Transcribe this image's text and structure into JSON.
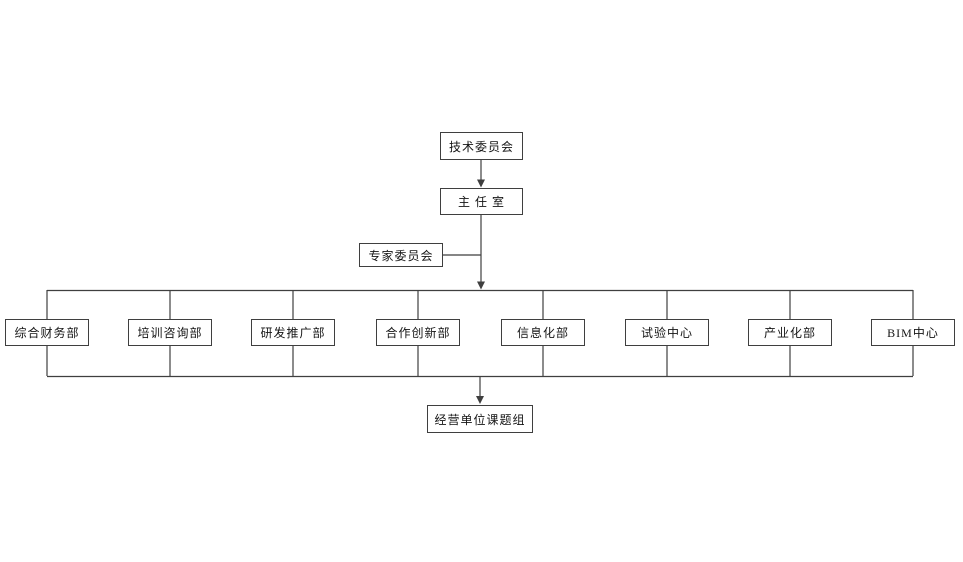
{
  "diagram_type": "org-chart",
  "nodes": {
    "tech_committee": "技术委员会",
    "director_office": "主 任 室",
    "expert_committee": "专家委员会",
    "business_group": "经营单位课题组"
  },
  "departments": [
    "综合财务部",
    "培训咨询部",
    "研发推广部",
    "合作创新部",
    "信息化部",
    "试验中心",
    "产业化部",
    "BIM中心"
  ],
  "colors": {
    "line": "#3f3f3f",
    "text": "#141414",
    "background": "#ffffff"
  }
}
